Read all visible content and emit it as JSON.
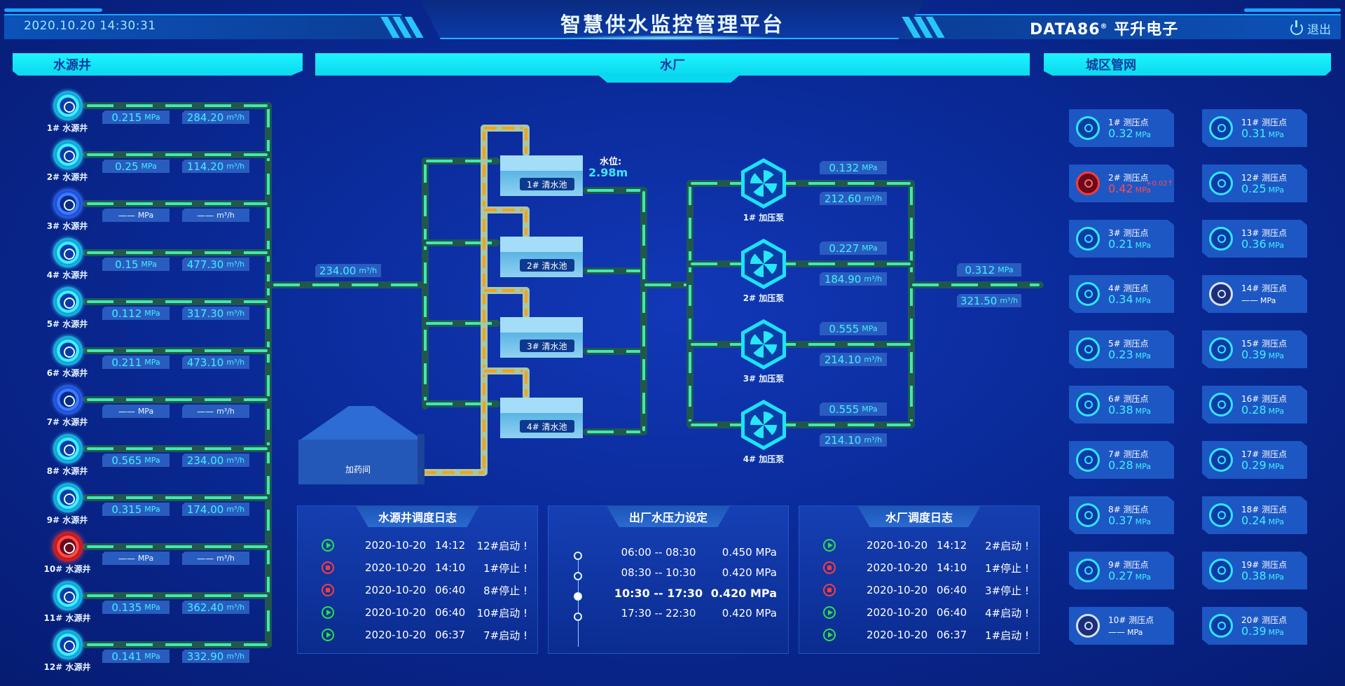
{
  "header": {
    "datetime": "2020.10.20  14:30:31",
    "title": "智慧供水监控管理平台",
    "brand": "DATA86",
    "brand_reg": "®",
    "brand_cn": "平升电子",
    "logout": "退出"
  },
  "sections": {
    "wells": "水源井",
    "plant": "水厂",
    "network": "城区管网"
  },
  "wells": [
    {
      "label": "1# 水源井",
      "pressure": "0.215",
      "flow": "284.20",
      "status": "on"
    },
    {
      "label": "2# 水源井",
      "pressure": "0.25",
      "flow": "114.20",
      "status": "on"
    },
    {
      "label": "3# 水源井",
      "pressure": "——",
      "flow": "——",
      "status": "off"
    },
    {
      "label": "4# 水源井",
      "pressure": "0.15",
      "flow": "477.30",
      "status": "on"
    },
    {
      "label": "5# 水源井",
      "pressure": "0.112",
      "flow": "317.30",
      "status": "on"
    },
    {
      "label": "6# 水源井",
      "pressure": "0.211",
      "flow": "473.10",
      "status": "on"
    },
    {
      "label": "7# 水源井",
      "pressure": "——",
      "flow": "——",
      "status": "off"
    },
    {
      "label": "8# 水源井",
      "pressure": "0.565",
      "flow": "234.00",
      "status": "on"
    },
    {
      "label": "9# 水源井",
      "pressure": "0.315",
      "flow": "174.00",
      "status": "on"
    },
    {
      "label": "10# 水源井",
      "pressure": "——",
      "flow": "——",
      "status": "alarm"
    },
    {
      "label": "11# 水源井",
      "pressure": "0.135",
      "flow": "362.40",
      "status": "on"
    },
    {
      "label": "12# 水源井",
      "pressure": "0.141",
      "flow": "332.90",
      "status": "on"
    }
  ],
  "units": {
    "pressure": "MPa",
    "flow": "m³/h"
  },
  "plant": {
    "inlet_flow": "234.00",
    "water_level_label": "水位:",
    "water_level": "2.98m",
    "pools": [
      "1# 清水池",
      "2# 清水池",
      "3# 清水池",
      "4# 清水池"
    ],
    "dosing_room": "加药间",
    "pumps": [
      {
        "label": "1# 加压泵",
        "pressure": "0.132",
        "flow": "212.60"
      },
      {
        "label": "2# 加压泵",
        "pressure": "0.227",
        "flow": "184.90"
      },
      {
        "label": "3# 加压泵",
        "pressure": "0.555",
        "flow": "214.10"
      },
      {
        "label": "4# 加压泵",
        "pressure": "0.555",
        "flow": "214.10"
      }
    ],
    "outlet_pressure": "0.312",
    "outlet_flow": "321.50"
  },
  "well_log": {
    "title": "水源井调度日志",
    "rows": [
      {
        "type": "start",
        "date": "2020-10-20",
        "time": "14:12",
        "event": "12#启动 !"
      },
      {
        "type": "stop",
        "date": "2020-10-20",
        "time": "14:10",
        "event": "1#停止 !"
      },
      {
        "type": "stop",
        "date": "2020-10-20",
        "time": "06:40",
        "event": "8#停止 !"
      },
      {
        "type": "start",
        "date": "2020-10-20",
        "time": "06:40",
        "event": "10#启动 !"
      },
      {
        "type": "start",
        "date": "2020-10-20",
        "time": "06:37",
        "event": "7#启动 !"
      }
    ]
  },
  "pressure_setting": {
    "title": "出厂水压力设定",
    "rows": [
      {
        "period": "06:00 -- 08:30",
        "value": "0.450 MPa",
        "active": false
      },
      {
        "period": "08:30 -- 10:30",
        "value": "0.420 MPa",
        "active": false
      },
      {
        "period": "10:30 -- 17:30",
        "value": "0.420 MPa",
        "active": true
      },
      {
        "period": "17:30 -- 22:30",
        "value": "0.420 MPa",
        "active": false
      }
    ]
  },
  "plant_log": {
    "title": "水厂调度日志",
    "rows": [
      {
        "type": "start",
        "date": "2020-10-20",
        "time": "14:12",
        "event": "2#启动 !"
      },
      {
        "type": "stop",
        "date": "2020-10-20",
        "time": "14:10",
        "event": "1#停止 !"
      },
      {
        "type": "stop",
        "date": "2020-10-20",
        "time": "06:40",
        "event": "3#停止 !"
      },
      {
        "type": "start",
        "date": "2020-10-20",
        "time": "06:40",
        "event": "4#启动 !"
      },
      {
        "type": "start",
        "date": "2020-10-20",
        "time": "06:37",
        "event": "1#启动 !"
      }
    ]
  },
  "pressure_points": [
    {
      "label": "1# 测压点",
      "value": "0.32",
      "status": "on"
    },
    {
      "label": "2# 测压点",
      "value": "0.42",
      "status": "alarm",
      "delta": "+0.02↑"
    },
    {
      "label": "3# 测压点",
      "value": "0.21",
      "status": "on"
    },
    {
      "label": "4# 测压点",
      "value": "0.34",
      "status": "on"
    },
    {
      "label": "5# 测压点",
      "value": "0.23",
      "status": "on"
    },
    {
      "label": "6# 测压点",
      "value": "0.38",
      "status": "on"
    },
    {
      "label": "7# 测压点",
      "value": "0.28",
      "status": "on"
    },
    {
      "label": "8# 测压点",
      "value": "0.37",
      "status": "on"
    },
    {
      "label": "9# 测压点",
      "value": "0.27",
      "status": "on"
    },
    {
      "label": "10# 测压点",
      "value": "——",
      "status": "off"
    },
    {
      "label": "11# 测压点",
      "value": "0.31",
      "status": "on"
    },
    {
      "label": "12# 测压点",
      "value": "0.25",
      "status": "on"
    },
    {
      "label": "13# 测压点",
      "value": "0.36",
      "status": "on"
    },
    {
      "label": "14# 测压点",
      "value": "——",
      "status": "off"
    },
    {
      "label": "15# 测压点",
      "value": "0.39",
      "status": "on"
    },
    {
      "label": "16# 测压点",
      "value": "0.28",
      "status": "on"
    },
    {
      "label": "17# 测压点",
      "value": "0.29",
      "status": "on"
    },
    {
      "label": "18# 测压点",
      "value": "0.24",
      "status": "on"
    },
    {
      "label": "19# 测压点",
      "value": "0.38",
      "status": "on"
    },
    {
      "label": "20# 测压点",
      "value": "0.39",
      "status": "on"
    }
  ],
  "colors": {
    "accent": "#1ff4ff",
    "pipe_flow": "#42e8b0",
    "dosing_pipe": "#f4a21b",
    "alarm": "#ff3b3b",
    "start": "#2be04a"
  }
}
